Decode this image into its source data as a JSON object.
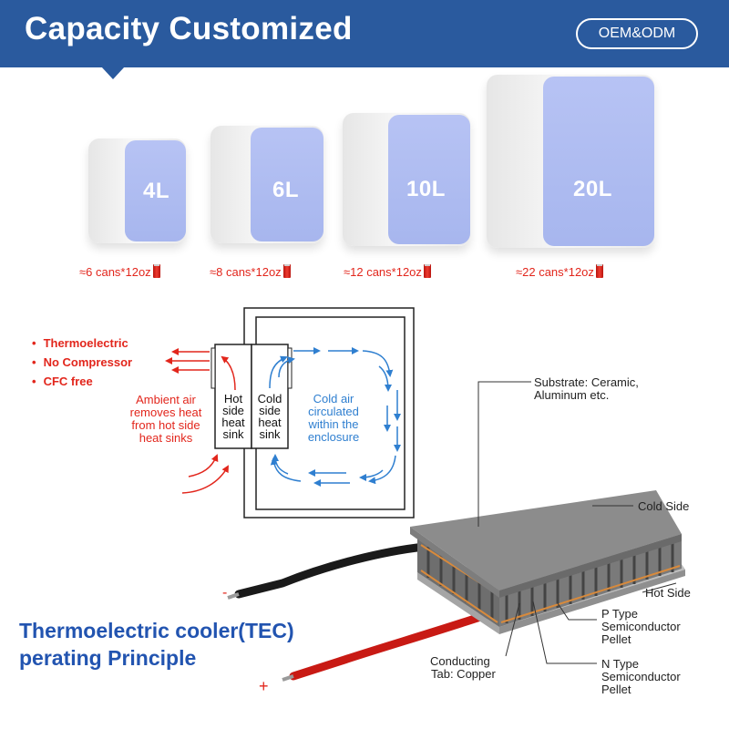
{
  "header": {
    "title": "Capacity Customized",
    "badge": "OEM&ODM"
  },
  "fridges": [
    {
      "capacity": "4L",
      "cans": "≈6 cans*12oz"
    },
    {
      "capacity": "6L",
      "cans": "≈8 cans*12oz"
    },
    {
      "capacity": "10L",
      "cans": "≈12 cans*12oz"
    },
    {
      "capacity": "20L",
      "cans": "≈22 cans*12oz"
    }
  ],
  "features": {
    "bullet": "•",
    "items": [
      "Thermoelectric",
      "No Compressor",
      "CFC free"
    ]
  },
  "diagram": {
    "ambient": [
      "Ambient air",
      "removes heat",
      "from hot side",
      "heat sinks"
    ],
    "hot_sink": [
      "Hot",
      "side",
      "heat",
      "sink"
    ],
    "cold_sink": [
      "Cold",
      "side",
      "heat",
      "sink"
    ],
    "cold_air": [
      "Cold air",
      "circulated",
      "within the",
      "enclosure"
    ]
  },
  "tec": {
    "substrate": [
      "Substrate: Ceramic,",
      "Aluminum etc."
    ],
    "cold_side": "Cold Side",
    "hot_side": "Hot Side",
    "p_type": [
      "P Type",
      "Semiconductor",
      "Pellet"
    ],
    "n_type": [
      "N Type",
      "Semiconductor",
      "Pellet"
    ],
    "conducting": [
      "Conducting",
      "Tab: Copper"
    ],
    "minus": "-",
    "plus": "+"
  },
  "bottom_title": [
    "Thermoelectric cooler(TEC)",
    "perating Principle"
  ],
  "colors": {
    "header_blue": "#2a5a9e",
    "door_lavender": "#b0bdf2",
    "text_red": "#e2261c",
    "air_blue": "#2f7fd0",
    "title_blue": "#2254b0"
  }
}
